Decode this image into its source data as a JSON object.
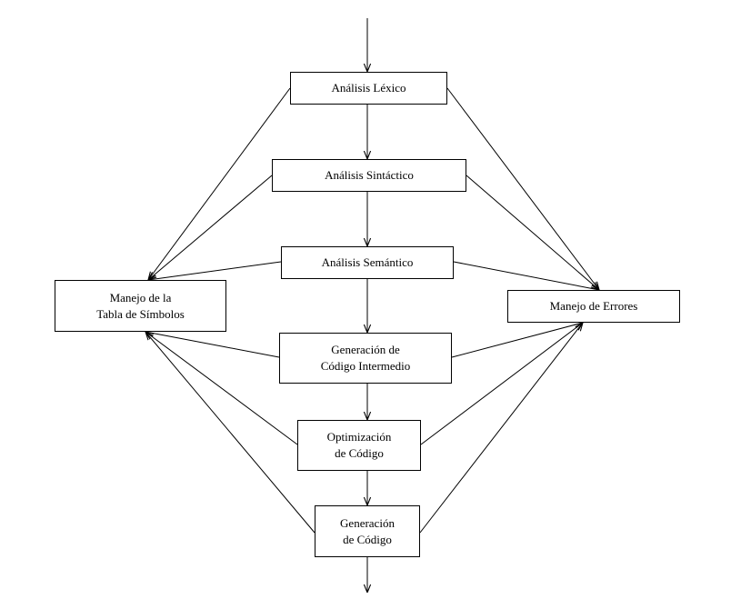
{
  "diagram": {
    "nodes": {
      "lexico": {
        "lines": [
          "Análisis Léxico"
        ]
      },
      "sintactico": {
        "lines": [
          "Análisis Sintáctico"
        ]
      },
      "semantico": {
        "lines": [
          "Análisis Semántico"
        ]
      },
      "intermedio": {
        "lines": [
          "Generación de",
          "Código Intermedio"
        ]
      },
      "optim": {
        "lines": [
          "Optimización",
          "de Código"
        ]
      },
      "codigo": {
        "lines": [
          "Generación",
          "de Código"
        ]
      },
      "tabla": {
        "lines": [
          "Manejo de la",
          "Tabla de Símbolos"
        ]
      },
      "errores": {
        "lines": [
          "Manejo de Errores"
        ]
      }
    },
    "edges": [
      {
        "from": "input",
        "to": "lexico"
      },
      {
        "from": "lexico",
        "to": "sintactico"
      },
      {
        "from": "sintactico",
        "to": "semantico"
      },
      {
        "from": "semantico",
        "to": "intermedio"
      },
      {
        "from": "intermedio",
        "to": "optim"
      },
      {
        "from": "optim",
        "to": "codigo"
      },
      {
        "from": "codigo",
        "to": "output"
      },
      {
        "from": "lexico",
        "to": "tabla"
      },
      {
        "from": "sintactico",
        "to": "tabla"
      },
      {
        "from": "semantico",
        "to": "tabla"
      },
      {
        "from": "tabla",
        "to": "intermedio"
      },
      {
        "from": "tabla",
        "to": "optim"
      },
      {
        "from": "tabla",
        "to": "codigo"
      },
      {
        "from": "lexico",
        "to": "errores"
      },
      {
        "from": "sintactico",
        "to": "errores"
      },
      {
        "from": "semantico",
        "to": "errores"
      },
      {
        "from": "intermedio",
        "to": "errores"
      },
      {
        "from": "optim",
        "to": "errores"
      },
      {
        "from": "codigo",
        "to": "errores"
      }
    ],
    "colors": {
      "stroke": "#000000",
      "background": "#ffffff"
    }
  }
}
